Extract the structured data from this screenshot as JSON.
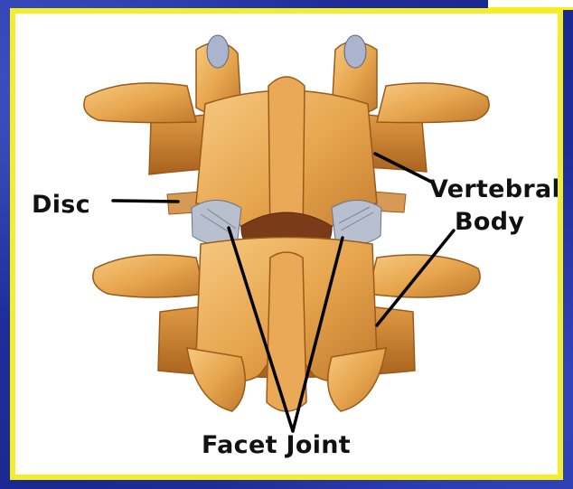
{
  "diagram": {
    "labels": {
      "disc": "Disc",
      "vertebral": "Vertebral",
      "body": "Body",
      "facet_joint": "Facet Joint"
    }
  },
  "colors": {
    "frame": "#f4ee2a",
    "bone": "#e7a64f",
    "bone_shadow": "#b26e24",
    "canal": "#7a3c18",
    "cartilage": "#b8c0d0"
  }
}
